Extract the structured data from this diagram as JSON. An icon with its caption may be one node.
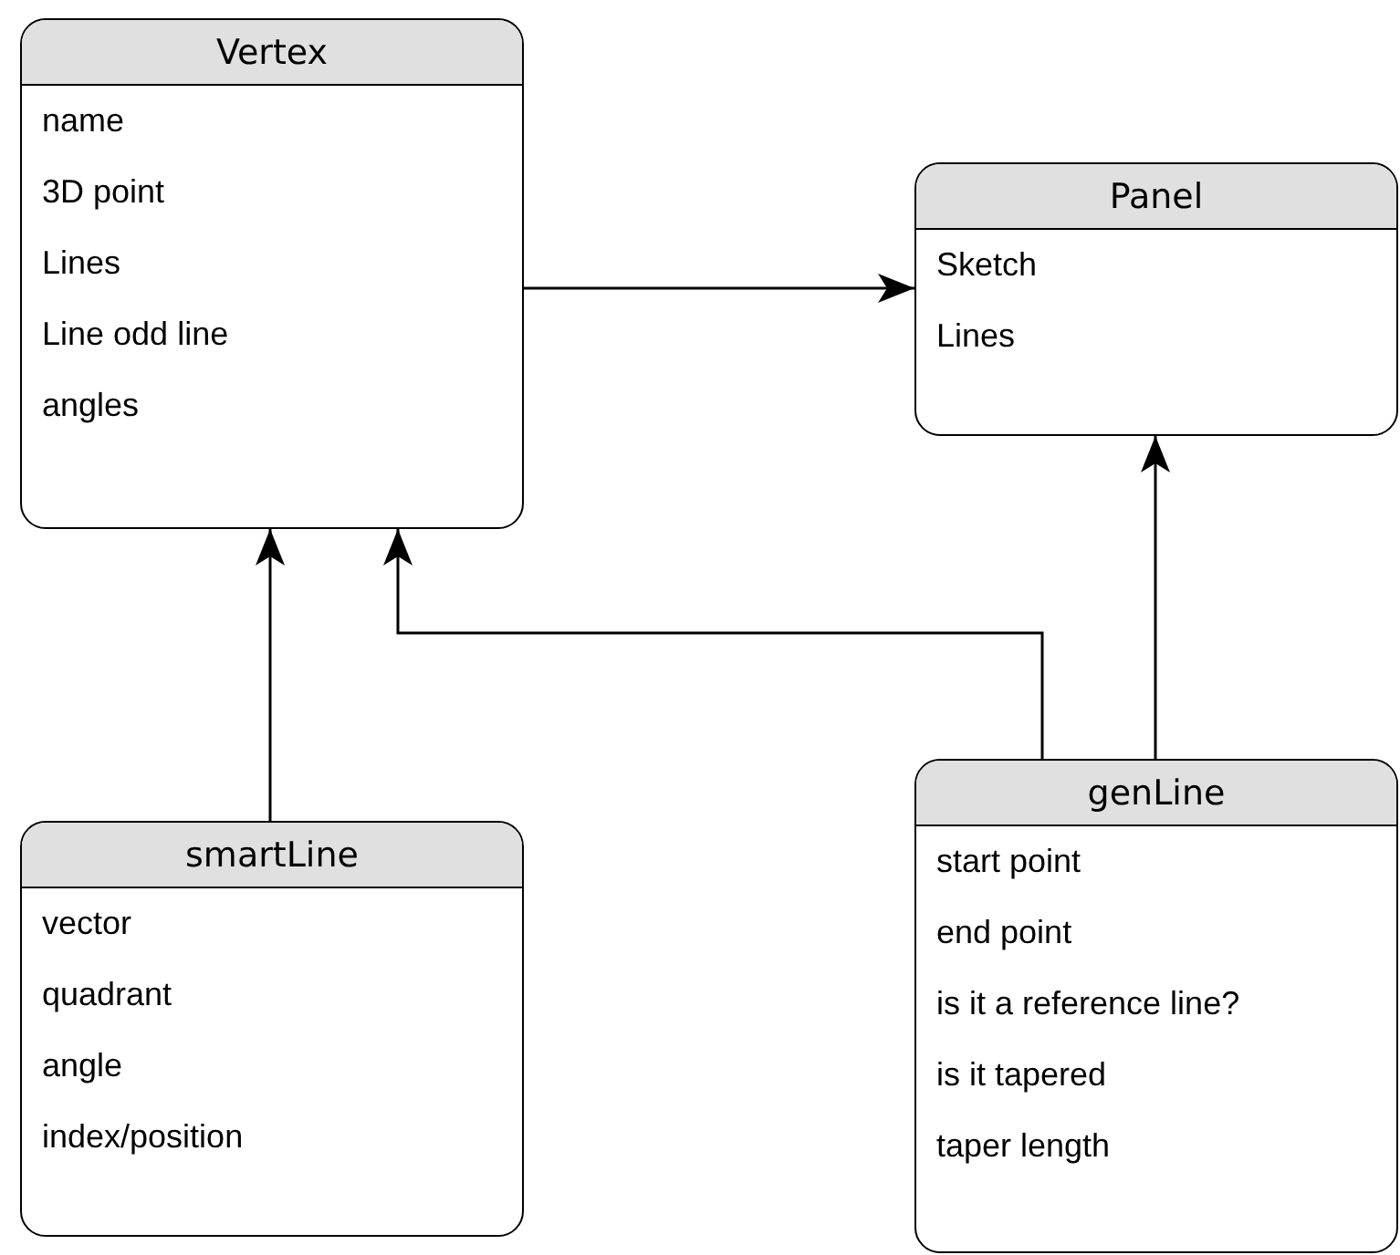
{
  "diagram": {
    "nodes": [
      {
        "text": [
          "Vertex",
          "name",
          "3D point",
          "Lines",
          "Line odd line",
          "angles"
        ]
      },
      {
        "text": [
          "Panel",
          "Sketch",
          "Lines"
        ]
      },
      {
        "text": [
          "smartLine",
          "vector",
          "quadrant",
          "angle",
          "index/position"
        ]
      },
      {
        "text": [
          "genLine",
          "start point",
          "end point",
          "is it a reference line?",
          "is it tapered",
          "taper length"
        ]
      }
    ],
    "edges": [
      {
        "from": 0,
        "to": 1,
        "arrow": "to"
      },
      {
        "from": 2,
        "to": 0,
        "arrow": "to"
      },
      {
        "from": 3,
        "to": 0,
        "arrow": "to"
      },
      {
        "from": 3,
        "to": 1,
        "arrow": "to"
      }
    ]
  }
}
